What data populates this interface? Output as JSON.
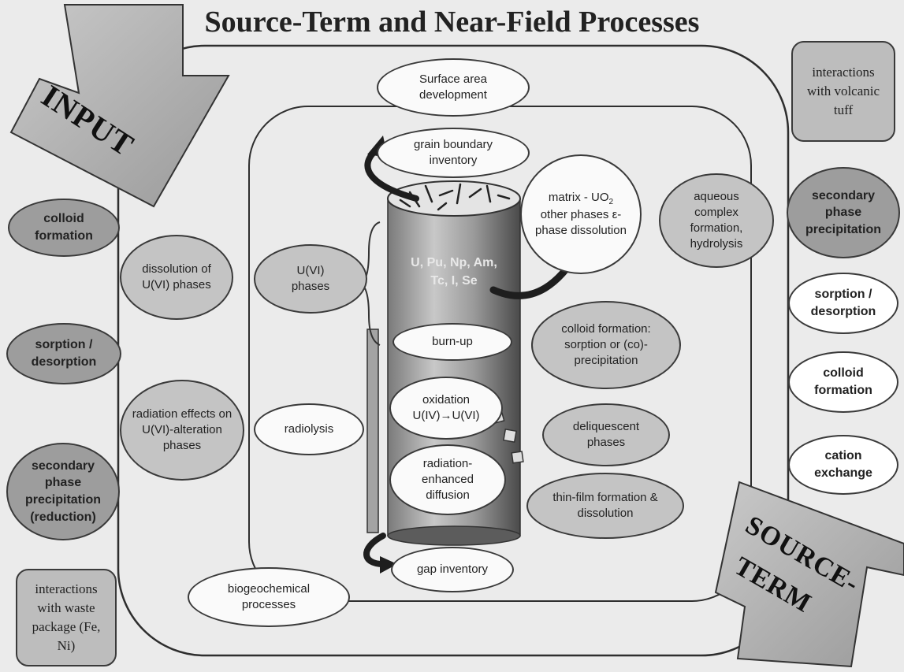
{
  "title": "Source-Term and Near-Field Processes",
  "arrows": {
    "input": "INPUT",
    "source_term_line1": "SOURCE-",
    "source_term_line2": "TERM"
  },
  "left_column": {
    "colloid_formation": "colloid formation",
    "sorption_desorption": "sorption / desorption",
    "secondary_precipitation": "secondary phase precipitation (reduction)",
    "waste_package_box": "interactions with waste package (Fe, Ni)"
  },
  "right_column": {
    "volcanic_tuff_box": "interactions with volcanic tuff",
    "secondary_precipitation": "secondary phase precipitation",
    "sorption_desorption": "sorption / desorption",
    "colloid_formation": "colloid formation",
    "cation_exchange": "cation exchange"
  },
  "outer_ring": {
    "dissolution": "dissolution of U(VI) phases",
    "radiation_effects": "radiation effects on U(VI)-alteration phases",
    "surface_area": "Surface area development",
    "biogeochemical": "biogeochemical processes",
    "aqueous_complex": "aqueous complex formation, hydrolysis"
  },
  "inner_ring": {
    "uvi_phases": "U(VI) phases",
    "radiolysis": "radiolysis",
    "grain_boundary": "grain boundary inventory",
    "matrix_prefix": "matrix - UO",
    "matrix_subscript": "2",
    "matrix_rest": "other phases ε-phase dissolution",
    "colloid_sorption": "colloid formation: sorption or (co)-precipitation",
    "deliquescent": "deliquescent phases",
    "thin_film": "thin-film formation & dissolution",
    "gap_inventory": "gap inventory"
  },
  "cylinder": {
    "radionuclides_line1": "U, Pu, Np, Am,",
    "radionuclides_line2": "Tc, I, Se",
    "burn_up": "burn-up",
    "oxidation": "oxidation U(IV)→U(VI)",
    "radiation_diffusion": "radiation-enhanced diffusion"
  }
}
